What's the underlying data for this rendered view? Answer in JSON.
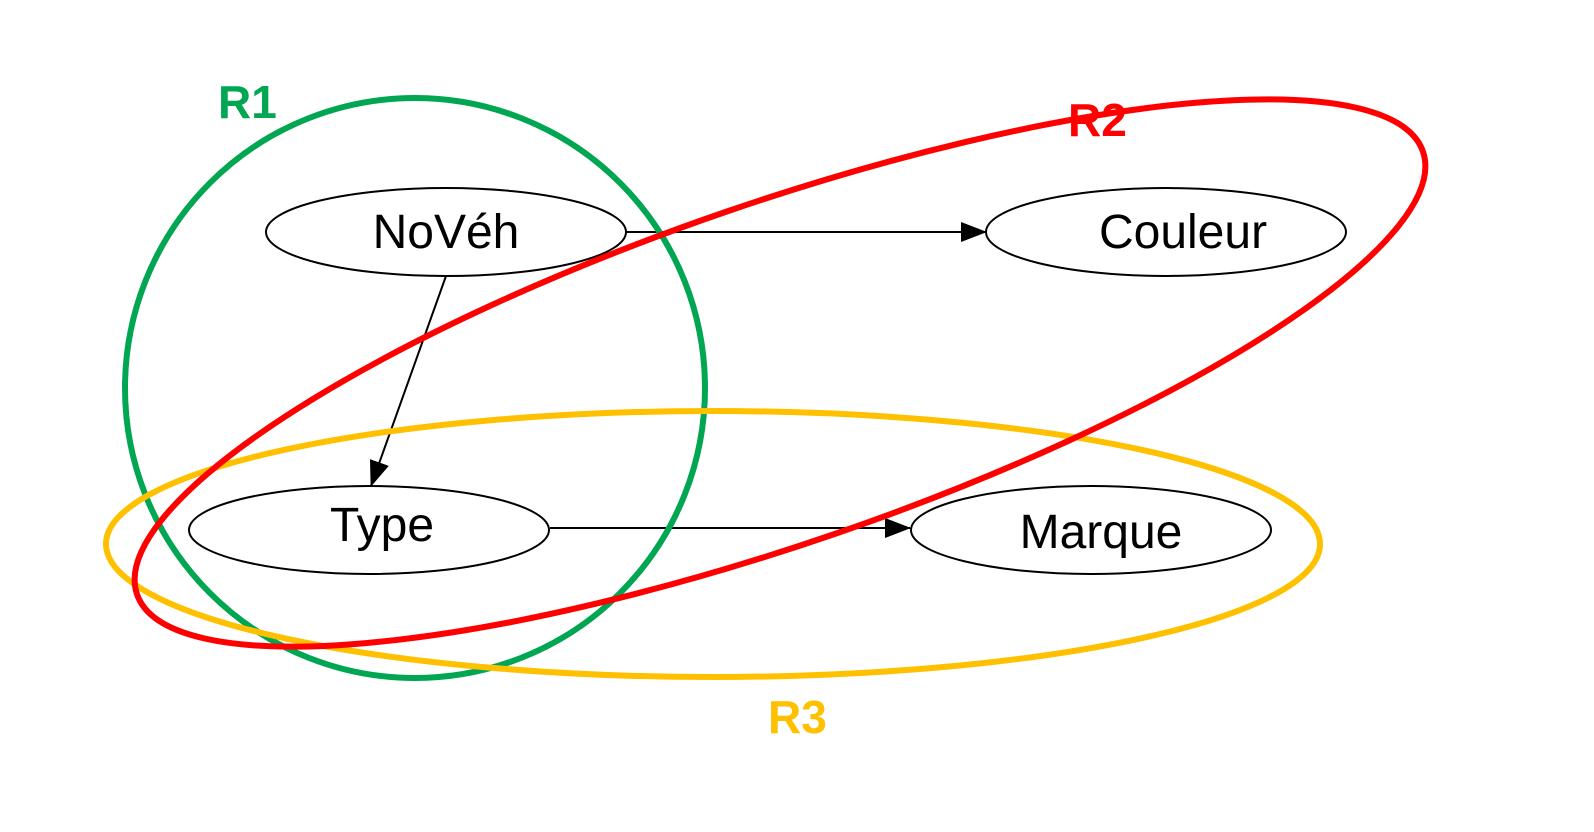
{
  "nodes": {
    "noveh": "NoVéh",
    "couleur": "Couleur",
    "type": "Type",
    "marque": "Marque"
  },
  "regions": {
    "r1": {
      "label": "R1",
      "color": "#00A651"
    },
    "r2": {
      "label": "R2",
      "color": "#FF0000"
    },
    "r3": {
      "label": "R3",
      "color": "#FFC000"
    }
  },
  "edges": [
    {
      "from": "noveh",
      "to": "couleur"
    },
    {
      "from": "noveh",
      "to": "type"
    },
    {
      "from": "type",
      "to": "marque"
    }
  ]
}
